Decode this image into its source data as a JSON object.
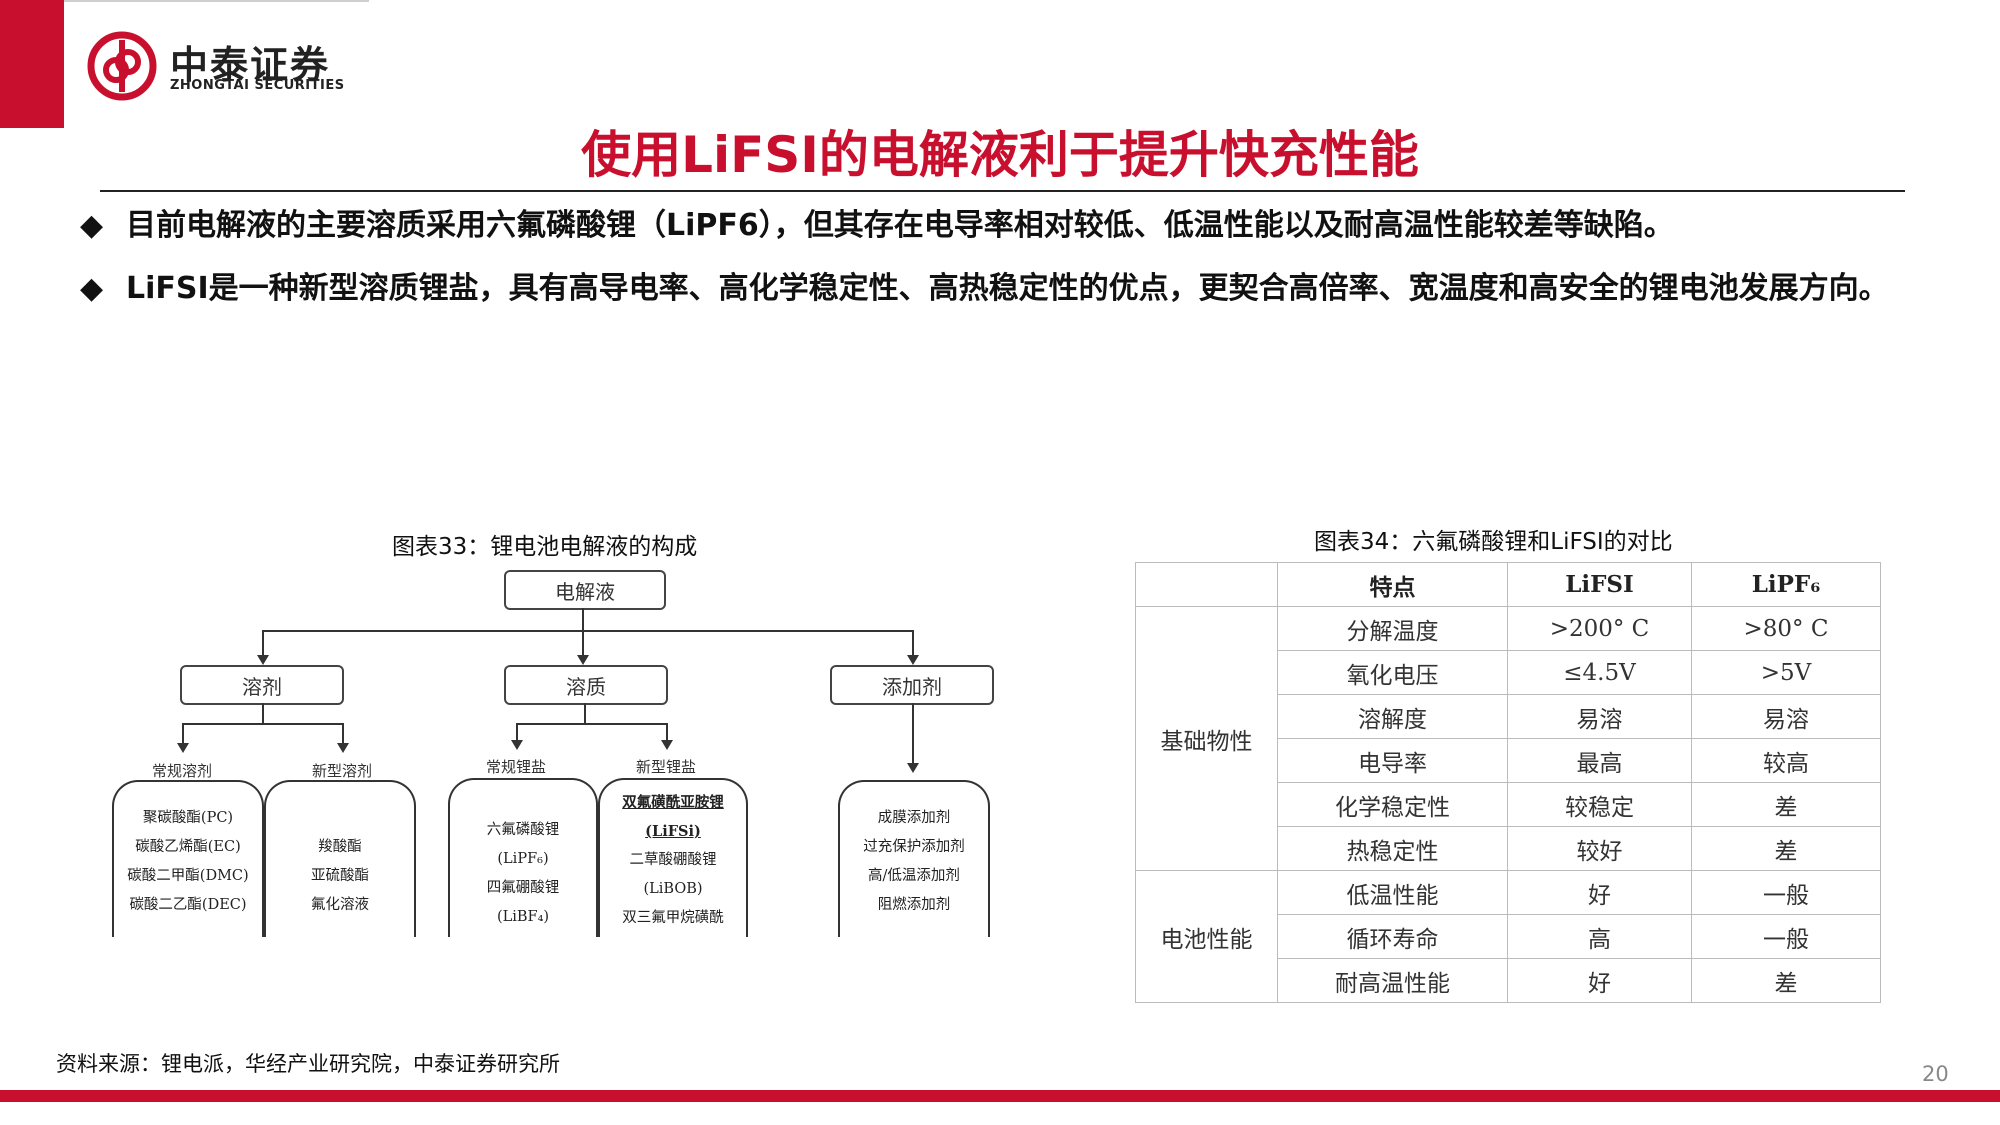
{
  "header": {
    "logo_cn": "中泰证券",
    "logo_en": "ZHONGTAI SECURITIES",
    "title": "使用LiFSI的电解液利于提升快充性能",
    "brand_color": "#c8102e"
  },
  "bullets": [
    {
      "marker": "◆",
      "text": "目前电解液的主要溶质采用六氟磷酸锂（LiPF6），但其存在电导率相对较低、低温性能以及耐高温性能较差等缺陷。"
    },
    {
      "marker": "◆",
      "text": "LiFSI是一种新型溶质锂盐，具有高导电率、高化学稳定性、高热稳定性的优点，更契合高倍率、宽温度和高安全的锂电池发展方向。"
    }
  ],
  "figure33": {
    "caption": "图表33：锂电池电解液的构成",
    "root": "电解液",
    "categories": [
      "溶剂",
      "溶质",
      "添加剂"
    ],
    "sublabels": {
      "solvent_regular": "常规溶剂",
      "solvent_new": "新型溶剂",
      "solute_regular": "常规锂盐",
      "solute_new": "新型锂盐"
    },
    "columns": {
      "solvent_regular": [
        "聚碳酸酯(PC)",
        "碳酸乙烯酯(EC)",
        "碳酸二甲酯(DMC)",
        "碳酸二乙酯(DEC)"
      ],
      "solvent_new": [
        "羧酸酯",
        "亚硫酸酯",
        "氟化溶液"
      ],
      "solute_regular": [
        "六氟磷酸锂",
        "(LiPF₆)",
        "四氟硼酸锂",
        "(LiBF₄)"
      ],
      "solute_new": [
        "双氟磺酰亚胺锂",
        "(LiFSi)",
        "二草酸硼酸锂",
        "(LiBOB)",
        "双三氟甲烷磺酰"
      ],
      "additive": [
        "成膜添加剂",
        "过充保护添加剂",
        "高/低温添加剂",
        "阻燃添加剂"
      ]
    }
  },
  "figure34": {
    "caption": "图表34：六氟磷酸锂和LiFSI的对比",
    "headers": [
      "",
      "特点",
      "LiFSI",
      "LiPF₆"
    ],
    "groups": [
      {
        "name": "基础物性",
        "rows": [
          {
            "feature": "分解温度",
            "lifsi": ">200° C",
            "lipf6": ">80° C"
          },
          {
            "feature": "氧化电压",
            "lifsi": "≤4.5V",
            "lipf6": ">5V"
          },
          {
            "feature": "溶解度",
            "lifsi": "易溶",
            "lipf6": "易溶"
          },
          {
            "feature": "电导率",
            "lifsi": "最高",
            "lipf6": "较高"
          },
          {
            "feature": "化学稳定性",
            "lifsi": "较稳定",
            "lipf6": "差"
          },
          {
            "feature": "热稳定性",
            "lifsi": "较好",
            "lipf6": "差"
          }
        ]
      },
      {
        "name": "电池性能",
        "rows": [
          {
            "feature": "低温性能",
            "lifsi": "好",
            "lipf6": "一般"
          },
          {
            "feature": "循环寿命",
            "lifsi": "高",
            "lipf6": "一般"
          },
          {
            "feature": "耐高温性能",
            "lifsi": "好",
            "lipf6": "差"
          }
        ]
      }
    ]
  },
  "footer": {
    "source": "资料来源：锂电派，华经产业研究院，中泰证券研究所",
    "page": "20"
  }
}
